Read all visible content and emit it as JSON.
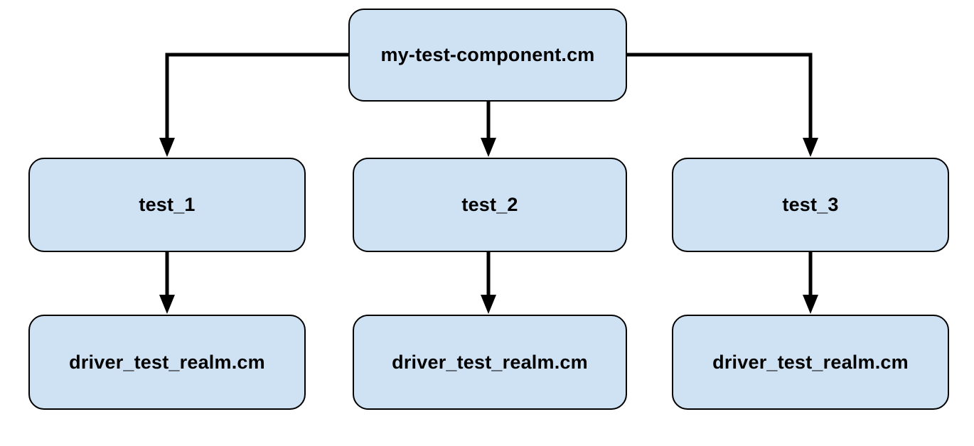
{
  "diagram": {
    "title": "component-topology-diagram",
    "nodes": {
      "root": {
        "id": "root",
        "label": "my-test-component.cm"
      },
      "test_1": {
        "id": "test_1",
        "label": "test_1"
      },
      "test_2": {
        "id": "test_2",
        "label": "test_2"
      },
      "test_3": {
        "id": "test_3",
        "label": "test_3"
      },
      "driver_1": {
        "id": "driver_1",
        "label": "driver_test_realm.cm"
      },
      "driver_2": {
        "id": "driver_2",
        "label": "driver_test_realm.cm"
      },
      "driver_3": {
        "id": "driver_3",
        "label": "driver_test_realm.cm"
      }
    },
    "edges": [
      {
        "from": "root",
        "to": "test_1",
        "style": "elbow-left",
        "arrow": "down"
      },
      {
        "from": "root",
        "to": "test_2",
        "style": "straight",
        "arrow": "down"
      },
      {
        "from": "root",
        "to": "test_3",
        "style": "elbow-right",
        "arrow": "down"
      },
      {
        "from": "test_1",
        "to": "driver_1",
        "style": "straight",
        "arrow": "down"
      },
      {
        "from": "test_2",
        "to": "driver_2",
        "style": "straight",
        "arrow": "down"
      },
      {
        "from": "test_3",
        "to": "driver_3",
        "style": "straight",
        "arrow": "down"
      }
    ],
    "colors": {
      "node_fill": "#cfe2f3",
      "node_border": "#000000",
      "edge": "#000000",
      "text": "#000000",
      "background": "#ffffff"
    }
  }
}
